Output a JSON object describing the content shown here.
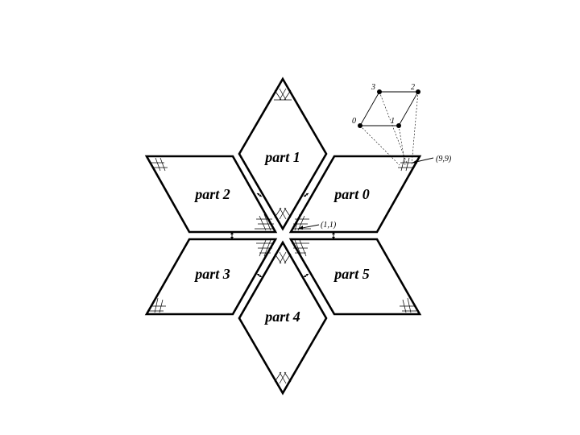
{
  "diagram": {
    "parts": [
      {
        "id": "part0",
        "label": "part 0"
      },
      {
        "id": "part1",
        "label": "part 1"
      },
      {
        "id": "part2",
        "label": "part 2"
      },
      {
        "id": "part3",
        "label": "part 3"
      },
      {
        "id": "part4",
        "label": "part 4"
      },
      {
        "id": "part5",
        "label": "part 5"
      }
    ],
    "inset": {
      "corner_labels": [
        "0",
        "1",
        "2",
        "3"
      ]
    },
    "annotations": {
      "index_a": "(9,9)",
      "index_b": "(1,1)"
    }
  }
}
